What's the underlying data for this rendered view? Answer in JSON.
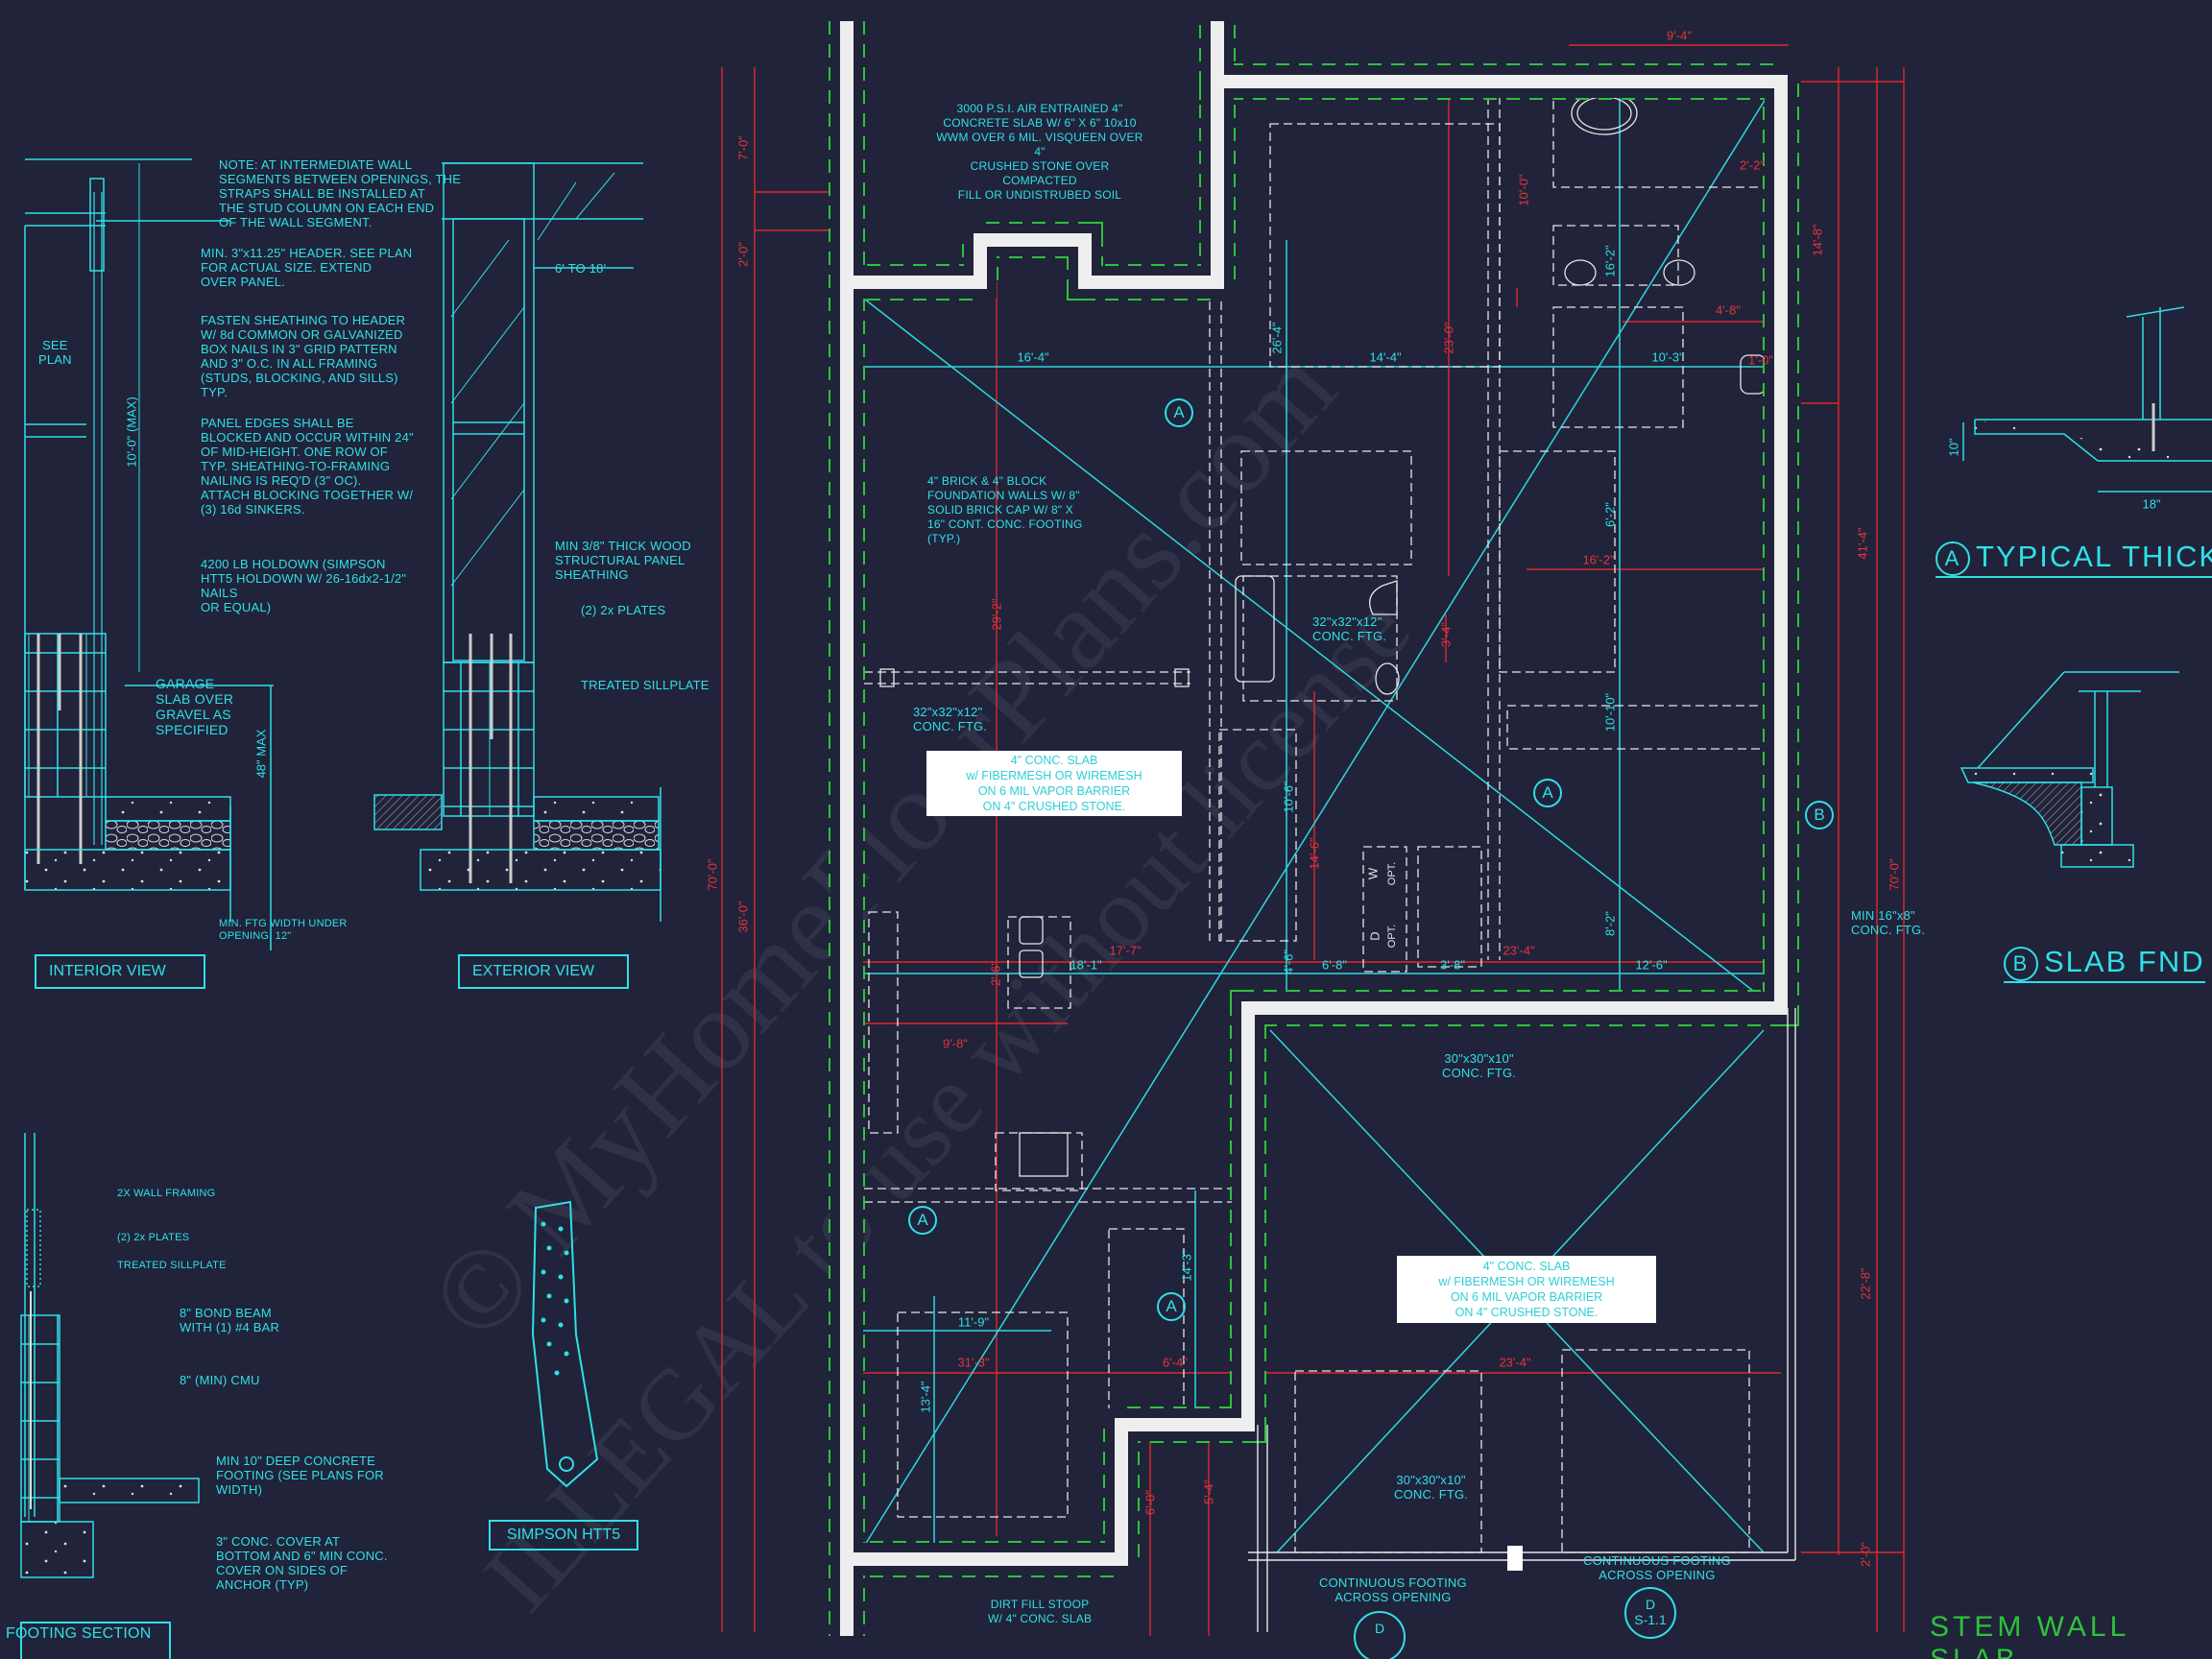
{
  "details": {
    "interior": {
      "note_straps": "NOTE: AT INTERMEDIATE WALL\nSEGMENTS BETWEEN OPENINGS, THE\nSTRAPS SHALL BE INSTALLED AT\nTHE STUD COLUMN ON EACH END\nOF THE WALL SEGMENT.",
      "note_header": "MIN. 3\"x11.25\" HEADER. SEE PLAN\nFOR ACTUAL SIZE. EXTEND\nOVER PANEL.",
      "note_fasten": "FASTEN SHEATHING TO HEADER\nW/ 8d COMMON OR GALVANIZED\nBOX NAILS IN 3\" GRID PATTERN\nAND 3\" O.C. IN ALL FRAMING\n(STUDS, BLOCKING, AND SILLS)\nTYP.",
      "note_panel": "PANEL EDGES SHALL BE\nBLOCKED AND OCCUR WITHIN 24\"\nOF MID-HEIGHT.  ONE ROW OF\nTYP. SHEATHING-TO-FRAMING\nNAILING IS REQ'D (3\" OC).\nATTACH BLOCKING TOGETHER W/\n(3) 16d SINKERS.",
      "note_holdown": "4200 LB HOLDOWN (SIMPSON\nHTT5 HOLDOWN W/ 26-16dx2-1/2\"\nNAILS\nOR EQUAL)",
      "see_plan": "SEE\nPLAN",
      "height_dim": "10'-0\" (MAX)",
      "garage_slab": "GARAGE\nSLAB OVER\nGRAVEL AS\nSPECIFIED",
      "max_dim": "48\" MAX",
      "min_ftg": "MIN. FTG WIDTH UNDER\nOPENING: 12\"",
      "label": "INTERIOR VIEW"
    },
    "exterior": {
      "span": "6' TO 18'",
      "sheathing": "MIN 3/8\" THICK WOOD\nSTRUCTURAL PANEL\nSHEATHING",
      "plates": "(2) 2x PLATES",
      "sillplate": "TREATED SILLPLATE",
      "label": "EXTERIOR VIEW"
    },
    "footing_section": {
      "wall_framing": "2X WALL FRAMING",
      "plates": "(2) 2x PLATES",
      "sillplate": "TREATED SILLPLATE",
      "bond_beam": "8\" BOND BEAM\nWITH (1) #4 BAR",
      "cmu": "8\" (MIN) CMU",
      "footing": "MIN 10\" DEEP CONCRETE\nFOOTING (SEE PLANS FOR\nWIDTH)",
      "cover": "3\" CONC. COVER AT\nBOTTOM AND 6\" MIN CONC.\nCOVER ON SIDES OF\nANCHOR (TYP)",
      "label": "FOOTING SECTION"
    },
    "simpson": {
      "label": "SIMPSON HTT5"
    },
    "typical": {
      "marker": "A",
      "title": "TYPICAL THICK",
      "dim_width": "18\"",
      "dim_depth": "10\""
    },
    "slab_fnd": {
      "marker": "B",
      "title": "SLAB FND"
    }
  },
  "plan": {
    "note_slab_spec": "3000 P.S.I. AIR ENTRAINED 4\"\nCONCRETE SLAB W/ 6\" X 6\" 10x10\nWWM OVER 6 MIL. VISQUEEN OVER 4\"\nCRUSHED STONE OVER COMPACTED\nFILL OR UNDISTRUBED SOIL",
    "note_foundation": "4\" BRICK & 4\" BLOCK\nFOUNDATION WALLS W/ 8\"\nSOLID BRICK CAP W/ 8\" X\n16\" CONT. CONC. FOOTING\n(TYP.)",
    "pier_ftg_left": "32\"x32\"x12\"\nCONC. FTG.",
    "pier_ftg_right": "32\"x32\"x12\"\nCONC. FTG.",
    "slab_note_house": "4\" CONC. SLAB\nw/ FIBERMESH OR WIREMESH\nON 6 MIL VAPOR BARRIER\nON 4\" CRUSHED STONE.",
    "slab_note_garage": "4\" CONC. SLAB\nw/ FIBERMESH OR WIREMESH\nON 6 MIL VAPOR BARRIER\nON 4\" CRUSHED STONE.",
    "garage_ftg_top": "30\"x30\"x10\"\nCONC. FTG.",
    "garage_ftg_bottom": "30\"x30\"x10\"\nCONC. FTG.",
    "cont_footing_left": "CONTINUOUS FOOTING\nACROSS OPENING",
    "cont_footing_right": "CONTINUOUS FOOTING\nACROSS OPENING",
    "min_ftg": "MIN 16\"x8\"\nCONC. FTG.",
    "stoop": "DIRT FILL STOOP\nW/ 4\" CONC. SLAB",
    "sheet_title": "STEM WALL SLAB",
    "markers": {
      "a": "A",
      "b": "B",
      "d": "D",
      "d_ref": "S-1.1"
    },
    "dims_red": [
      "9'-4\"",
      "7'-0\"",
      "2'-0\"",
      "70'-0\"",
      "36'-0\"",
      "29'-2\"",
      "23'-0\"",
      "10'-0\"",
      "14'-8\"",
      "41'-4\"",
      "70'-0\"",
      "22'-8\"",
      "2'-2\"",
      "4'-8\"",
      "1'-0\"",
      "16'-2\"",
      "3'-4\"",
      "14'-6\"",
      "17'-7\"",
      "9'-8\"",
      "2'-6\"",
      "23'-4\"",
      "23'-4\"",
      "31'-3\"",
      "6'-4\"",
      "6'-0\"",
      "5'-4\"",
      "2'-0\""
    ],
    "dims_cyan": [
      "16'-4\"",
      "14'-4\"",
      "26'-4\"",
      "16'-2\"",
      "10'-3\"",
      "6'-2\"",
      "10'-10\"",
      "10'-6\"",
      "8'-2\"",
      "12'-6\"",
      "3'-8\"",
      "6'-8\"",
      "4'-6\"",
      "18'-1\"",
      "11'-9\"",
      "13'-4\"",
      "14'-3\""
    ],
    "appliances": {
      "washer": "W",
      "dryer": "D",
      "opt": "OPT."
    }
  },
  "watermark": [
    "© MyHomeFloorPlans.com",
    "ILLEGAL to use without license"
  ],
  "colors": {
    "background": "#20233a",
    "cyan": "#2fe0e6",
    "red": "#e8343a",
    "green": "#2cc33a",
    "wall": "#eeeeee"
  }
}
